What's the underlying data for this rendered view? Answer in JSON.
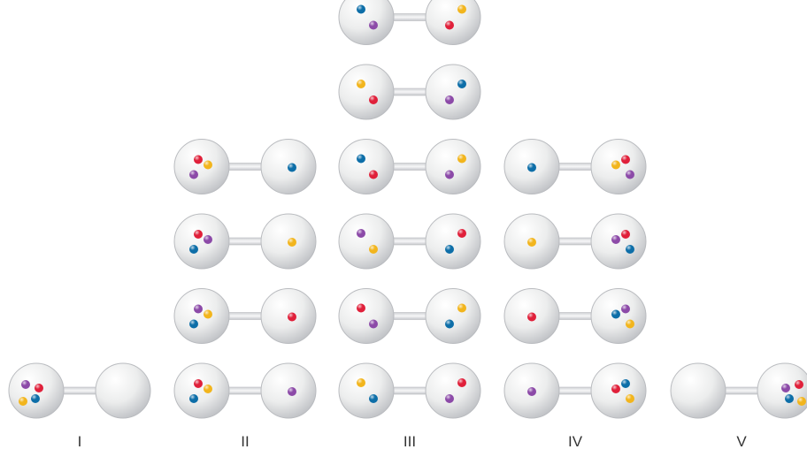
{
  "columns": [
    {
      "label": "I",
      "configs": [
        {
          "left": [
            "purple",
            "red",
            "blue",
            "yellow"
          ],
          "right": []
        }
      ]
    },
    {
      "label": "II",
      "configs": [
        {
          "left": [
            "red",
            "yellow",
            "purple"
          ],
          "right": [
            "blue"
          ]
        },
        {
          "left": [
            "red",
            "purple",
            "blue"
          ],
          "right": [
            "yellow"
          ]
        },
        {
          "left": [
            "purple",
            "yellow",
            "blue"
          ],
          "right": [
            "red"
          ]
        },
        {
          "left": [
            "red",
            "yellow",
            "blue"
          ],
          "right": [
            "purple"
          ]
        }
      ]
    },
    {
      "label": "III",
      "configs": [
        {
          "left": [
            "blue",
            "purple"
          ],
          "right": [
            "yellow",
            "red"
          ]
        },
        {
          "left": [
            "yellow",
            "red"
          ],
          "right": [
            "blue",
            "purple"
          ]
        },
        {
          "left": [
            "blue",
            "red"
          ],
          "right": [
            "yellow",
            "purple"
          ]
        },
        {
          "left": [
            "purple",
            "yellow"
          ],
          "right": [
            "red",
            "blue"
          ]
        },
        {
          "left": [
            "red",
            "purple"
          ],
          "right": [
            "yellow",
            "blue"
          ]
        },
        {
          "left": [
            "yellow",
            "blue"
          ],
          "right": [
            "red",
            "purple"
          ]
        }
      ]
    },
    {
      "label": "IV",
      "configs": [
        {
          "left": [
            "blue"
          ],
          "right": [
            "red",
            "yellow",
            "purple"
          ]
        },
        {
          "left": [
            "yellow"
          ],
          "right": [
            "red",
            "purple",
            "blue"
          ]
        },
        {
          "left": [
            "red"
          ],
          "right": [
            "purple",
            "blue",
            "yellow"
          ]
        },
        {
          "left": [
            "purple"
          ],
          "right": [
            "blue",
            "red",
            "yellow"
          ]
        }
      ]
    },
    {
      "label": "V",
      "configs": [
        {
          "left": [],
          "right": [
            "red",
            "purple",
            "blue",
            "yellow"
          ]
        }
      ]
    }
  ],
  "colors": {
    "red": "#e0203a",
    "yellow": "#f2b51d",
    "blue": "#0d6ea8",
    "purple": "#8c4aa8",
    "bulb": "#e4e5e7",
    "bulb_rim": "#b9bbbf"
  }
}
